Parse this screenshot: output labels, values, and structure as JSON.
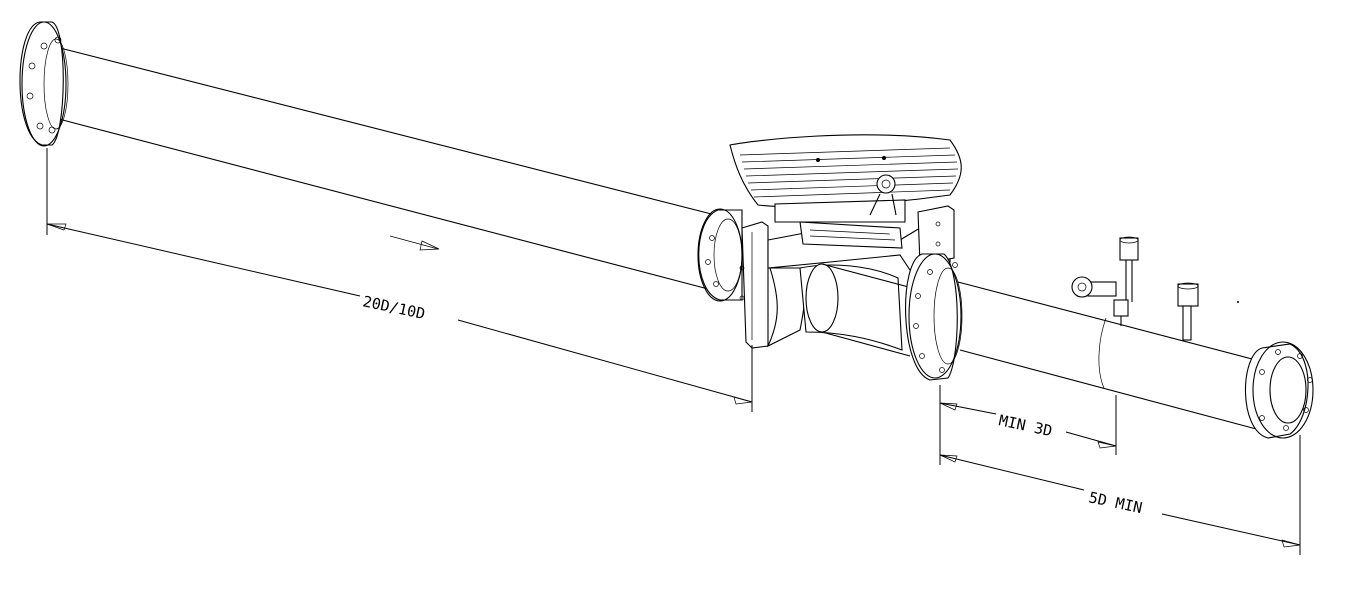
{
  "dimensions": {
    "upstream": "20D/10D",
    "pressure_tap": "MIN 3D",
    "downstream": "5D MIN"
  }
}
